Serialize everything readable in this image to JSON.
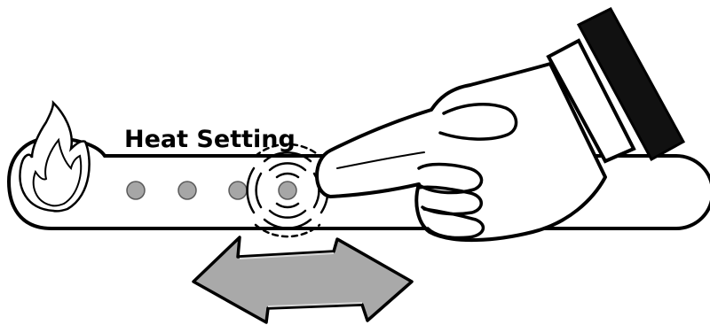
{
  "panel": {
    "title": "Heat Setting"
  },
  "heat_levels": {
    "count": 4,
    "selected": 4
  },
  "icons": {
    "flame": "flame-icon",
    "hand": "pointing-hand-icon",
    "arrow": "double-arrow-icon",
    "touch": "touch-ripple-icon"
  },
  "colors": {
    "outline": "#000000",
    "dot": "#a6a6a6",
    "arrow": "#a9a9a9",
    "cuff": "#111111"
  }
}
